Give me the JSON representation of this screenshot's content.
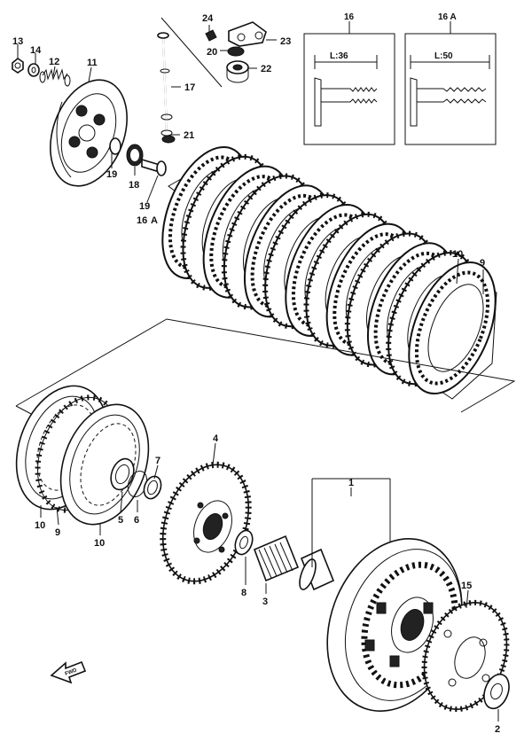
{
  "diagram": {
    "inset_a": {
      "title": "16",
      "dimension": "L:36"
    },
    "inset_b": {
      "title": "16 A",
      "dimension": "L:50"
    },
    "callouts": {
      "c1": "1",
      "c2": "2",
      "c3": "3",
      "c4": "4",
      "c5": "5",
      "c6": "6",
      "c7": "7",
      "c8": "8",
      "c9a": "9",
      "c9b": "9",
      "c10a": "10",
      "c10b": "10",
      "c10c": "10",
      "c11": "11",
      "c12": "12",
      "c13": "13",
      "c14": "14",
      "c15": "15",
      "c16": "16",
      "c16a": "A",
      "c17": "17",
      "c18": "18",
      "c19a": "19",
      "c19b": "19",
      "c20": "20",
      "c21": "21",
      "c22": "22",
      "c23": "23",
      "c24": "24"
    },
    "direction_marker": "FWD"
  }
}
